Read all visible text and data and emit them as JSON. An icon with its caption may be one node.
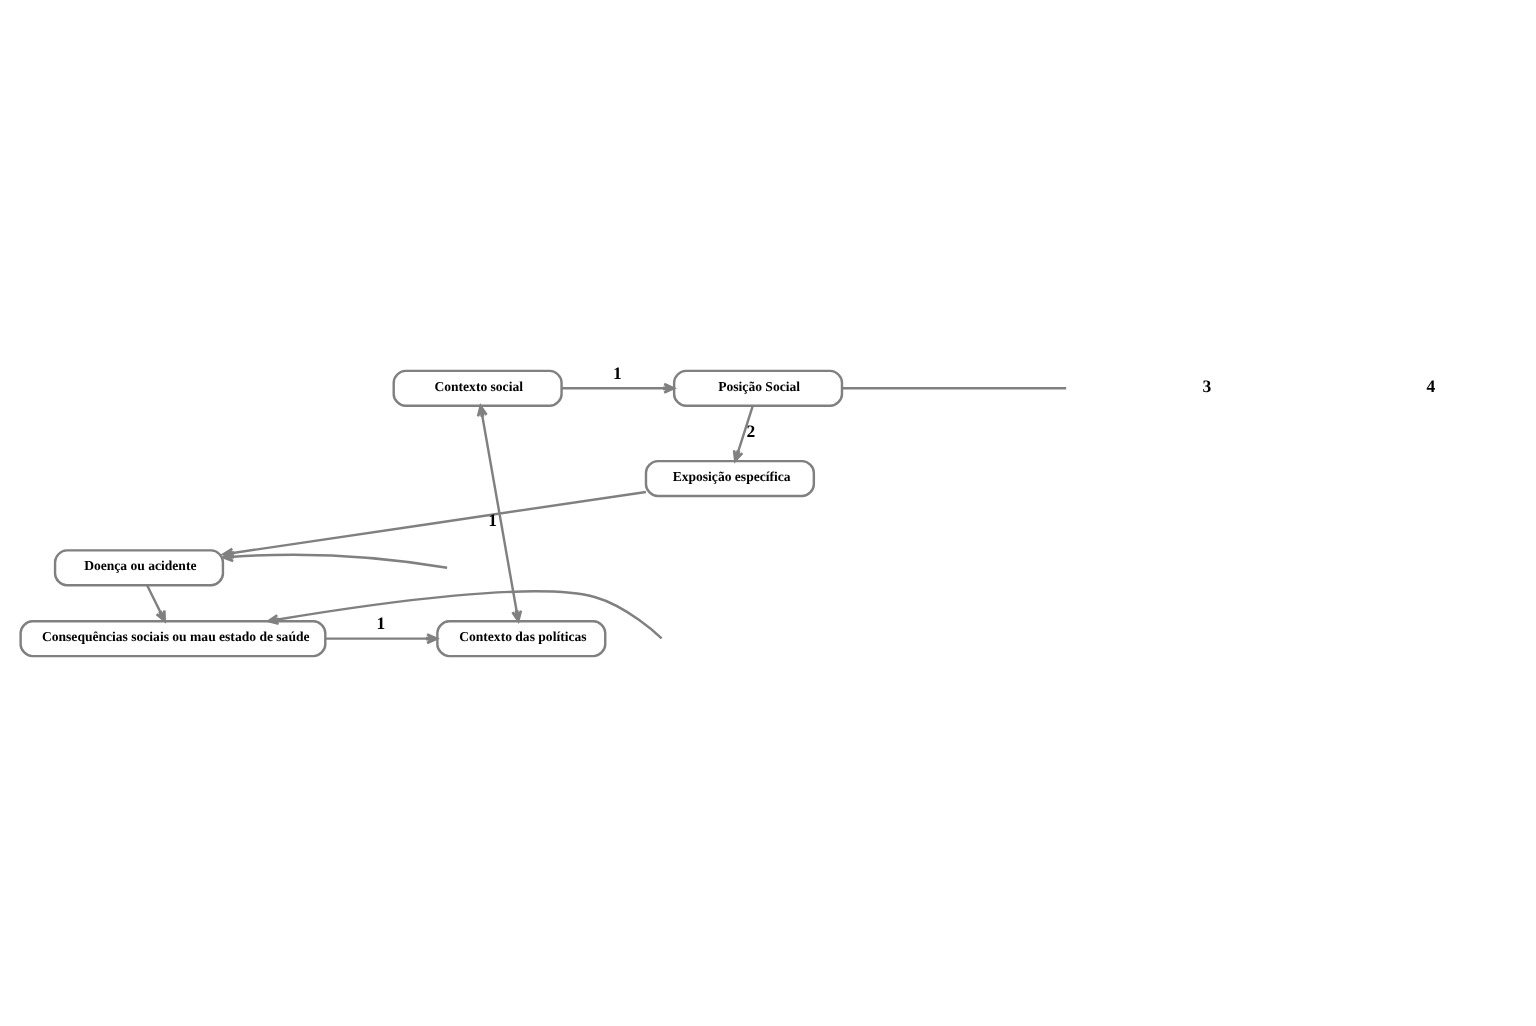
{
  "diagram": {
    "nodes": [
      {
        "text": [
          "Contexto social"
        ]
      },
      {
        "text": [
          "Posição Social"
        ]
      },
      {
        "text": [
          "Exposição específica"
        ]
      },
      {
        "text": [
          "Doença ou acidente"
        ]
      },
      {
        "text": [
          "Consequências sociais ou mau estado de saúde"
        ]
      },
      {
        "text": [
          "Contexto das políticas"
        ]
      }
    ],
    "edges": [
      {
        "from": 0,
        "to": 1,
        "arrow": "to",
        "label": "1"
      },
      {
        "from": 1,
        "to": null,
        "arrow": "none"
      },
      {
        "from": 1,
        "to": 2,
        "arrow": "to",
        "label": "2"
      },
      {
        "from": 0,
        "to": 5,
        "arrow": "both"
      },
      {
        "from": 2,
        "to": 3,
        "arrow": "to",
        "label": "1"
      },
      {
        "from": null,
        "to": 3,
        "arrow": "to"
      },
      {
        "from": 3,
        "to": 4,
        "arrow": "to"
      },
      {
        "from": null,
        "to": 4,
        "arrow": "to"
      },
      {
        "from": 4,
        "to": 5,
        "arrow": "to",
        "label": "1"
      }
    ],
    "labels": [
      "3",
      "4"
    ]
  }
}
